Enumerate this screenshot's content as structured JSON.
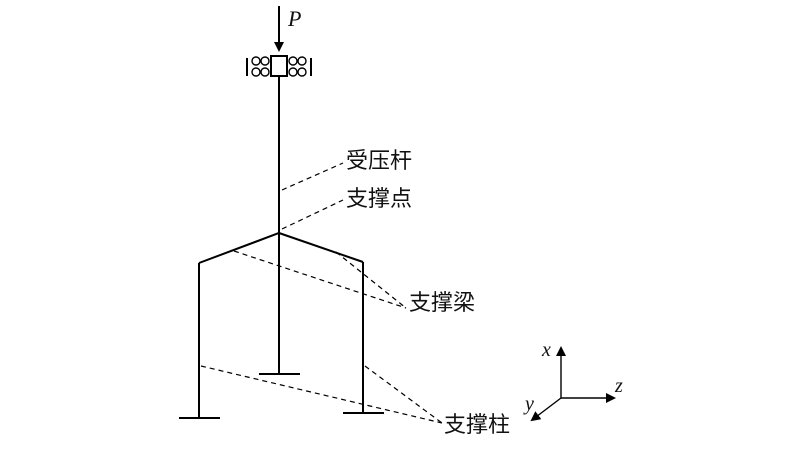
{
  "labels": {
    "compression_bar": "受压杆",
    "support_point": "支撑点",
    "support_beam": "支撑梁",
    "support_column": "支撑柱"
  },
  "load": {
    "symbol": "P"
  },
  "axes": {
    "x": "x",
    "y": "y",
    "z": "z"
  }
}
